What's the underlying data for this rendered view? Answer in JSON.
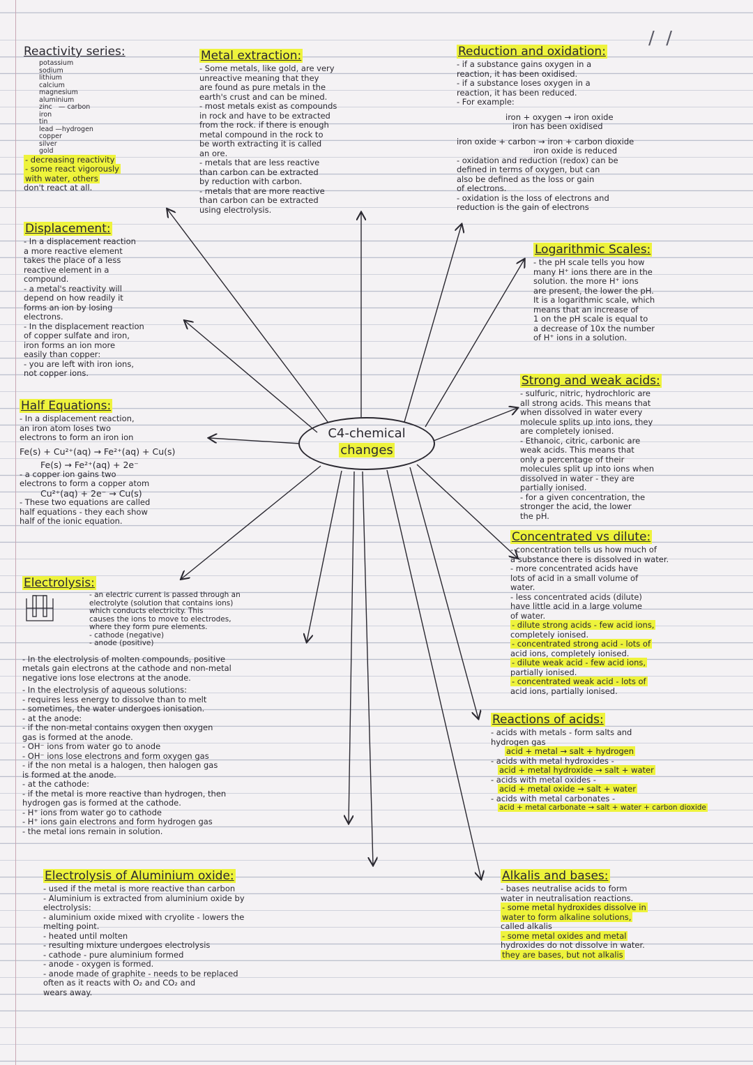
{
  "reactivity": {
    "title": "Reactivity series:",
    "lines": [
      "potassium",
      "sodium",
      "lithium",
      "calcium",
      "magnesium",
      "aluminium",
      "zinc",
      "iron",
      "tin",
      "lead",
      "copper",
      "silver",
      "gold",
      "- decreasing reactivity",
      "- some react vigorously",
      "with water, others",
      "don't react at all."
    ],
    "carbon": "carbon",
    "hydrogen": "hydrogen"
  },
  "metal_extraction": {
    "title": "Metal extraction:",
    "lines": [
      "- Some metals, like gold, are very",
      "unreactive meaning that they",
      "are found as pure metals in the",
      "earth's crust and can be mined.",
      "- most metals exist as compounds",
      "in rock and have to be extracted",
      "from the rock. if there is enough",
      "metal compound in the rock to",
      "be worth extracting it is called",
      "an ore.",
      "- metals that are less reactive",
      "than carbon can be extracted",
      "by reduction with carbon.",
      "- metals that are more reactive",
      "than carbon can be extracted",
      "using electrolysis."
    ]
  },
  "redox": {
    "title": "Reduction and oxidation:",
    "lines": [
      "- if a substance gains oxygen in a",
      "reaction, it has been oxidised.",
      "- if a substance loses oxygen in a",
      "reaction, it has been reduced.",
      "- For example:",
      "iron + oxygen → iron oxide",
      "iron has been oxidised",
      "iron oxide + carbon → iron + carbon dioxide",
      "iron oxide is reduced",
      "- oxidation and reduction (redox) can be",
      "defined in terms of oxygen, but can",
      "also be defined as the loss or gain",
      "of electrons.",
      "- oxidation is the loss of electrons and",
      "reduction is the gain of electrons"
    ]
  },
  "displacement": {
    "title": "Displacement:",
    "lines": [
      "- In a displacement reaction",
      "a more reactive element",
      "takes the place of a less",
      "reactive element in a",
      "compound.",
      "- a metal's reactivity will",
      "depend on how readily it",
      "forms an ion by losing",
      "electrons.",
      "- In the displacement reaction",
      "of copper sulfate and iron,",
      "iron forms an ion more",
      "easily than copper:",
      "- you are left with iron ions,",
      "not copper ions."
    ]
  },
  "log_scales": {
    "title": "Logarithmic Scales:",
    "lines": [
      "- the pH scale tells you how",
      "many H⁺ ions there are in the",
      "solution. the more H⁺ ions",
      "are present, the lower the pH.",
      "It is a logarithmic scale, which",
      "means that an increase of",
      "1 on the pH scale is equal to",
      "a decrease of 10x the number",
      "of H⁺ ions in a solution."
    ]
  },
  "half_equations": {
    "title": "Half Equations:",
    "lines": [
      "- In a displacement reaction,",
      "an iron atom loses two",
      "electrons to form an iron ion",
      "Fe(s) + Cu²⁺(aq) → Fe²⁺(aq) + Cu(s)",
      "Fe(s) → Fe²⁺(aq) + 2e⁻",
      "- a copper ion gains two",
      "electrons to form a copper atom",
      "Cu²⁺(aq) + 2e⁻ → Cu(s)",
      "- These two equations are called",
      "half equations - they each show",
      "half of the ionic equation."
    ]
  },
  "hub": {
    "line1": "C4-chemical",
    "line2": "changes"
  },
  "acids": {
    "title": "Strong and weak acids:",
    "lines": [
      "- sulfuric, nitric, hydrochloric are",
      "all strong acids. This means that",
      "when dissolved in water every",
      "molecule splits up into ions, they",
      "are completely ionised.",
      "- Ethanoic, citric, carbonic are",
      "weak acids. This means that",
      "only a percentage of their",
      "molecules split up into ions when",
      "dissolved in water - they are",
      "partially ionised.",
      "- for a given concentration, the",
      "stronger the acid, the lower",
      "the pH."
    ]
  },
  "concentrated": {
    "title": "Concentrated vs dilute:",
    "lines": [
      "- concentration tells us how much of",
      "a substance there is dissolved in water.",
      "- more concentrated acids have",
      "lots of acid in a small volume of",
      "water.",
      "- less concentrated acids (dilute)",
      "have little acid in a large volume",
      "of water.",
      "- dilute strong acids - few acid ions,",
      "completely ionised.",
      "- concentrated strong acid - lots of",
      "acid ions, completely ionised.",
      "- dilute weak acid - few acid ions,",
      "partially ionised.",
      "- concentrated weak acid - lots of",
      "acid ions, partially ionised."
    ]
  },
  "electrolysis": {
    "title": "Electrolysis:",
    "intro": [
      "- an electric current is passed through an",
      "electrolyte (solution that contains ions)",
      "which conducts electricity. This",
      "causes the ions to move to electrodes,",
      "where they form pure elements.",
      "- cathode (negative)",
      "- anode (positive)"
    ],
    "lines": [
      "- In the electrolysis of molten compounds, positive",
      "metals gain electrons at the cathode and non-metal",
      "negative ions lose electrons at the anode.",
      "- In the electrolysis of aqueous solutions:",
      "- requires less energy to dissolve than to melt",
      "- sometimes, the water undergoes ionisation.",
      "- at the anode:",
      "- if the non-metal contains oxygen then oxygen",
      "gas is formed at the anode.",
      "- OH⁻ ions from water go to anode",
      "- OH⁻ ions lose electrons and form oxygen gas",
      "- if the non metal is a halogen, then halogen gas",
      "is formed at the anode.",
      "- at the cathode:",
      "- if the metal is more reactive than hydrogen, then",
      "hydrogen gas is formed at the cathode.",
      "- H⁺ ions from water go to cathode",
      "- H⁺ ions gain electrons and form hydrogen gas",
      "- the metal ions remain in solution."
    ]
  },
  "reactions_acids": {
    "title": "Reactions of acids:",
    "lines": [
      "- acids with metals - form salts and",
      "hydrogen gas",
      "acid + metal → salt + hydrogen",
      "- acids with metal hydroxides -",
      "acid + metal hydroxide → salt + water",
      "- acids with metal oxides -",
      "acid + metal oxide → salt + water",
      "- acids with metal carbonates -",
      "acid + metal carbonate → salt + water + carbon dioxide"
    ]
  },
  "aluminium": {
    "title": "Electrolysis of Aluminium oxide:",
    "lines": [
      "- used if the metal is more reactive than carbon",
      "- Aluminium is extracted from aluminium oxide by",
      "electrolysis:",
      "- aluminium oxide mixed with cryolite - lowers the",
      "melting point.",
      "- heated until molten",
      "- resulting mixture undergoes electrolysis",
      "- cathode - pure aluminium formed",
      "- anode - oxygen is formed.",
      "- anode made of graphite - needs to be replaced",
      "often as it reacts with O₂ and CO₂ and",
      "wears away."
    ]
  },
  "alkalis": {
    "title": "Alkalis and bases:",
    "lines": [
      "- bases neutralise acids to form",
      "water in neutralisation reactions.",
      "- some metal hydroxides dissolve in",
      "water to form alkaline solutions,",
      "called alkalis",
      "- some metal oxides and metal",
      "hydroxides do not dissolve in water.",
      "they are bases, but not alkalis"
    ]
  },
  "colors": {
    "highlight": "#eef33c",
    "ink": "#2a2830",
    "paper": "#f4f2f4",
    "rule": "#b9bdcb"
  }
}
